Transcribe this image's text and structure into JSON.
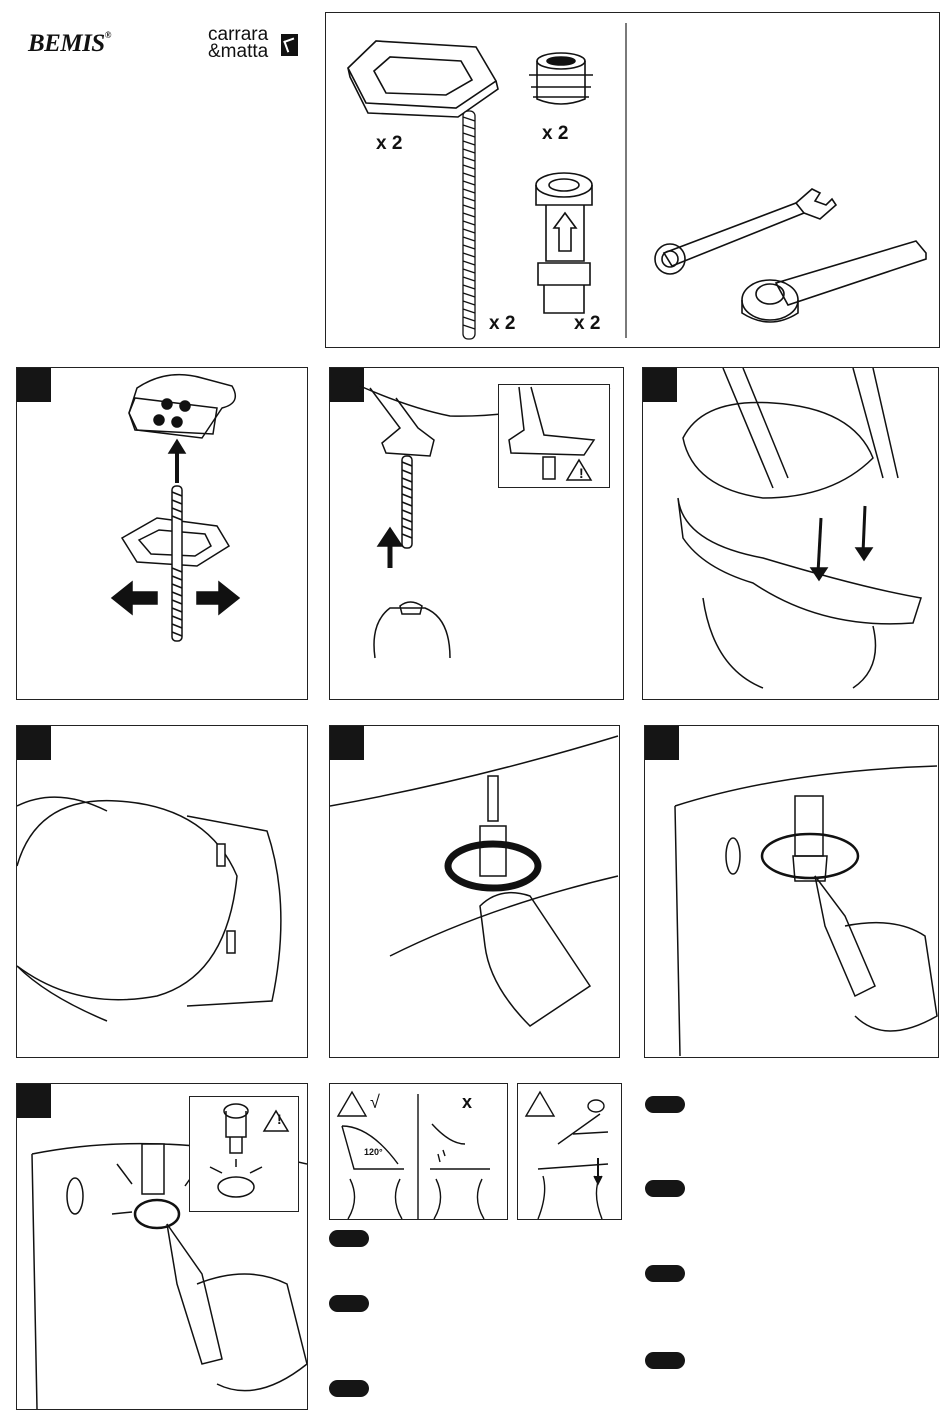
{
  "header": {
    "brand_primary": "BEMIS",
    "brand_primary_mark": "®",
    "brand_secondary_line1": "carrara",
    "brand_secondary_line2": "&matta"
  },
  "parts_panel": {
    "qty_ring": "x 2",
    "qty_adapter": "x 2",
    "qty_rod": "x 2",
    "qty_anchor": "x 2"
  },
  "tools_panel": {
    "icons": [
      "combination-wrench-icon",
      "socket-wrench-icon"
    ]
  },
  "steps": [
    {
      "icon": "bolt-insert-illustration"
    },
    {
      "icon": "rod-attach-illustration",
      "warning": "!"
    },
    {
      "icon": "seat-place-illustration"
    },
    {
      "icon": "seat-lift-illustration"
    },
    {
      "icon": "anchor-turn-illustration"
    },
    {
      "icon": "nut-tighten-illustration"
    },
    {
      "icon": "wrench-finish-illustration",
      "warning": "!"
    }
  ],
  "usage_panel": {
    "angle_label": "120°",
    "check_mark": "√",
    "cross_mark": "x"
  },
  "lang_markers_count": 7
}
